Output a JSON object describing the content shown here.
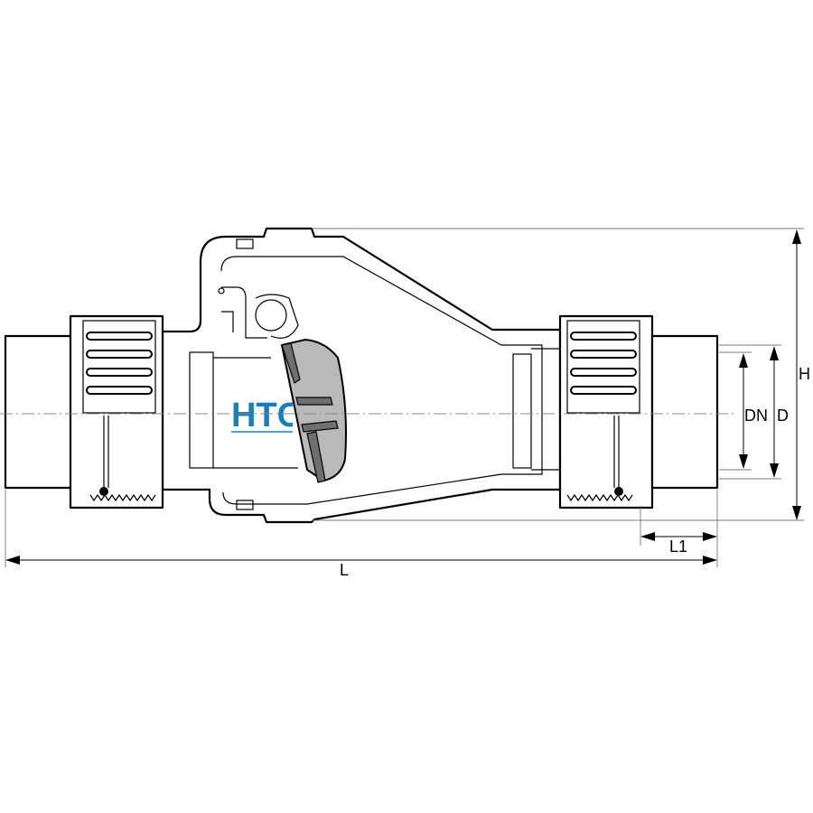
{
  "logo": {
    "text": "HTC",
    "color": "#1a7fb8"
  },
  "dimensions": {
    "overall_length": "L",
    "socket_length": "L1",
    "nominal_diameter": "DN",
    "outer_diameter": "D",
    "height": "H"
  },
  "colors": {
    "line": "#000000",
    "flap_fill": "#b9b9b9",
    "flap_insert": "#6f6f6f",
    "centerline": "#888888"
  }
}
